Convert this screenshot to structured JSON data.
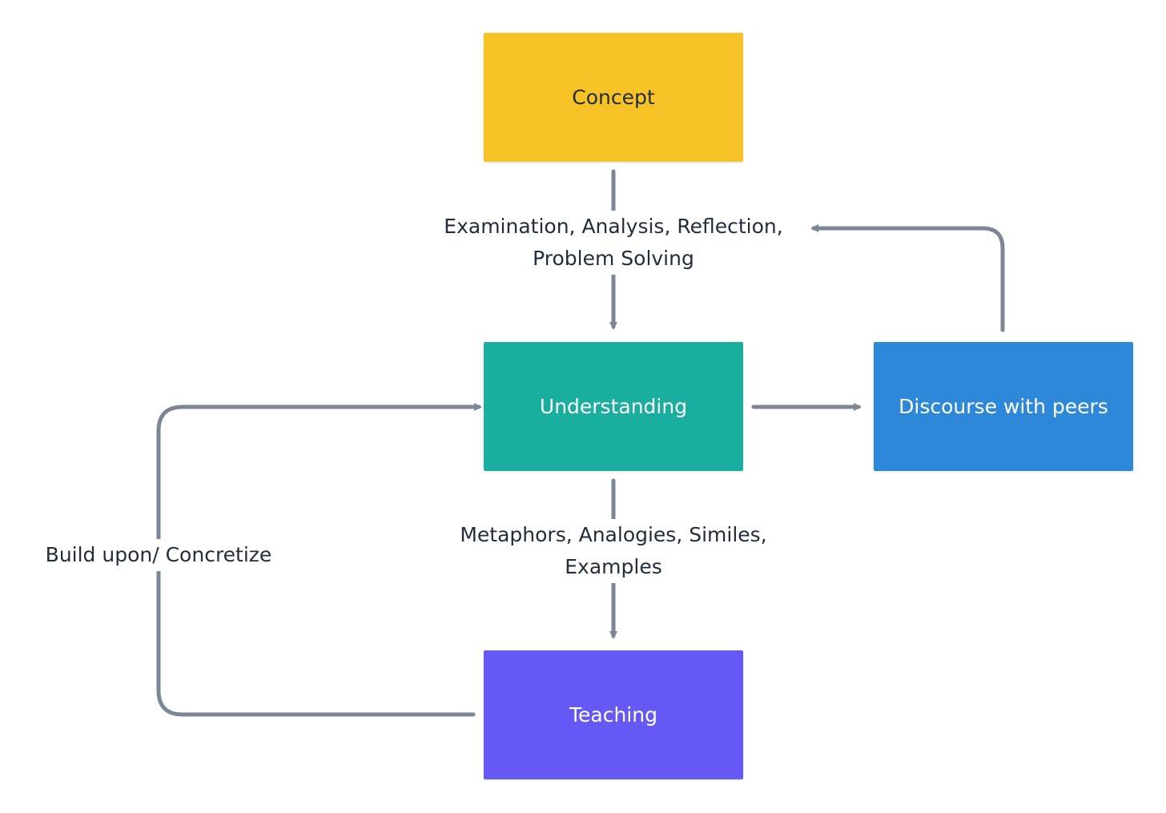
{
  "nodes": {
    "concept": {
      "label": "Concept",
      "fill": "#F6C226",
      "text_color": "#1F2D3D"
    },
    "understanding": {
      "label": "Understanding",
      "fill": "#1AAE9F",
      "text_color": "#FFFFFF"
    },
    "discourse": {
      "label": "Discourse with peers",
      "fill": "#2D88D9",
      "text_color": "#FFFFFF"
    },
    "teaching": {
      "label": "Teaching",
      "fill": "#6558F5",
      "text_color": "#FFFFFF"
    }
  },
  "edge_labels": {
    "concept_to_understanding": {
      "line1": "Examination, Analysis, Reflection,",
      "line2": "Problem Solving"
    },
    "understanding_to_teaching": {
      "line1": "Metaphors, Analogies, Similes,",
      "line2": "Examples"
    },
    "teaching_to_understanding": "Build upon/ Concretize"
  },
  "colors": {
    "connector": "#7B8794",
    "text": "#1F2D3D"
  }
}
